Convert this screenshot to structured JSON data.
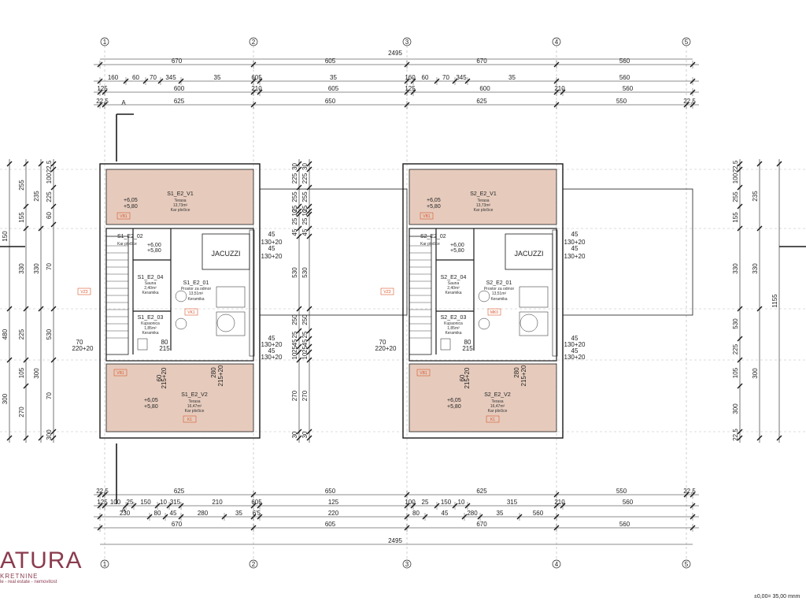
{
  "axes": [
    "1",
    "2",
    "3",
    "4",
    "5"
  ],
  "section_marker": "A",
  "top_dims": {
    "total": "2495",
    "row1": [
      "670",
      "605",
      "670",
      "560"
    ],
    "row2": [
      "160",
      "60",
      "70",
      "345",
      "35",
      "605",
      "35",
      "160",
      "60",
      "70",
      "345",
      "35",
      "560"
    ],
    "row3": [
      "125",
      "600",
      "210",
      "605",
      "125",
      "600",
      "210",
      "560"
    ],
    "row4": [
      "22,5",
      "625",
      "650",
      "625",
      "550",
      "22,5"
    ]
  },
  "bottom_dims": {
    "row1": [
      "22,5",
      "625",
      "650",
      "625",
      "550",
      "22,5"
    ],
    "row2": [
      "125",
      "100",
      "25",
      "150",
      "10",
      "315",
      "210",
      "605",
      "125",
      "100",
      "25",
      "150",
      "10",
      "315",
      "210",
      "560"
    ],
    "row3": [
      "230",
      "80",
      "45",
      "280",
      "35",
      "6'5",
      "220",
      "80",
      "45",
      "280",
      "35",
      "560"
    ],
    "row4": [
      "670",
      "605",
      "670",
      "560"
    ],
    "total": "2495"
  },
  "left_dims": {
    "col1": [
      "150",
      "480",
      "300"
    ],
    "col2": [
      "255",
      "155",
      "330",
      "225",
      "105",
      "270"
    ],
    "col3": [
      "235",
      "330",
      "300"
    ],
    "col4": [
      "22,5",
      "100",
      "225",
      "60",
      "70",
      "530",
      "70",
      "300",
      "22,5"
    ]
  },
  "right_dims": {
    "col1": [
      "22,5",
      "100",
      "255",
      "155",
      "330",
      "530",
      "225",
      "105",
      "300",
      "22,5"
    ],
    "col2": [
      "235",
      "330",
      "300"
    ],
    "col3": [
      "1155"
    ]
  },
  "mid_dims": {
    "a": [
      "30",
      "225",
      "255",
      "25",
      "10",
      "25",
      "45",
      "530",
      "250",
      "25",
      "45",
      "25",
      "10",
      "270",
      "30"
    ],
    "b": [
      "45",
      "130+20",
      "45",
      "130+20",
      "45",
      "130+20",
      "45",
      "130+20"
    ]
  },
  "units": [
    {
      "top_terrace": {
        "id": "S1_E2_V1",
        "name": "Terasa",
        "area": "13,73m²",
        "floor": "Kar pločice",
        "level1": "+6,05",
        "level2": "+5,80"
      },
      "sauna": {
        "id": "S1_E2_04",
        "name": "Sauna",
        "area": "2,40m²",
        "floor": "Keramika"
      },
      "room": {
        "id": "S1_E2_01",
        "name": "Prostor za odmor",
        "area": "13,51m²",
        "floor": "Keramika"
      },
      "bath": {
        "id": "S1_E2_03",
        "name": "Kupaonica",
        "area": "1,85m²",
        "floor": "Keramika"
      },
      "landing": {
        "id": "S1_E2_02",
        "floor": "Kar pločice",
        "level1": "+6,00",
        "level2": "+5,80"
      },
      "jacuzzi": "JACUZZI",
      "bottom_terrace": {
        "id": "S1_E2_V2",
        "name": "Terasa",
        "area": "16,47m²",
        "floor": "Kar pločice",
        "level1": "+6,05",
        "level2": "+5,80"
      },
      "tags": [
        "VZ3",
        "VB1",
        "VK1",
        "VB1",
        "K1"
      ]
    },
    {
      "top_terrace": {
        "id": "S2_E2_V1",
        "name": "Terasa",
        "area": "13,73m²",
        "floor": "Kar pločice",
        "level1": "+6,05",
        "level2": "+5,80"
      },
      "sauna": {
        "id": "S2_E2_04",
        "name": "Sauna",
        "area": "2,40m²",
        "floor": "Keramika"
      },
      "room": {
        "id": "S2_E2_01",
        "name": "Prostor za odmor",
        "area": "13,51m²",
        "floor": "Keramika"
      },
      "bath": {
        "id": "S2_E2_03",
        "name": "Kupaonica",
        "area": "1,85m²",
        "floor": "Keramika"
      },
      "landing": {
        "id": "S2_E2_02",
        "floor": "Kar pločice",
        "level1": "+6,00",
        "level2": "+5,80"
      },
      "jacuzzi": "JACUZZI",
      "bottom_terrace": {
        "id": "S2_E2_V2",
        "name": "Terasa",
        "area": "16,47m²",
        "floor": "Kar pločice",
        "level1": "+6,05",
        "level2": "+5,80"
      },
      "tags": [
        "VZ3",
        "VB1",
        "MK0",
        "VB1",
        "K1"
      ]
    }
  ],
  "door_labels": [
    "70",
    "220+20",
    "80",
    "215",
    "280",
    "215+20",
    "80",
    "215+20",
    "60"
  ],
  "logo": {
    "brand": "ATURA",
    "sub": "KRETNINE",
    "tagline": "le - real estate - nemovitost"
  },
  "scale": "±0,00= 35,00 mnm",
  "colors": {
    "terrace_fill": "#e6cbbd",
    "tag": "#d9582b",
    "brand": "#8a3b4e",
    "line": "#1a1a1a"
  }
}
